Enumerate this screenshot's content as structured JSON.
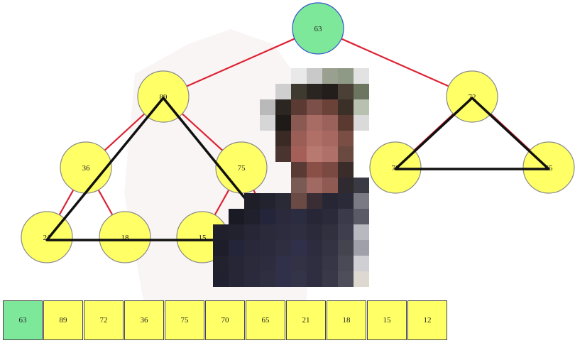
{
  "colors": {
    "root_fill": "#7ee89a",
    "node_fill": "#ffff66",
    "node_stroke": "#8a8a8a",
    "root_stroke": "#3355cc",
    "edge_red": "#dd2233",
    "triangle": "#111111",
    "array_root": "#7ee89a",
    "array_cell": "#ffff66"
  },
  "tree": {
    "nodes": [
      {
        "id": "n0",
        "label": "63",
        "root": true
      },
      {
        "id": "n1",
        "label": "89"
      },
      {
        "id": "n2",
        "label": "72"
      },
      {
        "id": "n3",
        "label": "36"
      },
      {
        "id": "n4",
        "label": "75"
      },
      {
        "id": "n5",
        "label": "70"
      },
      {
        "id": "n6",
        "label": "65"
      },
      {
        "id": "n7",
        "label": "21"
      },
      {
        "id": "n8",
        "label": "18"
      },
      {
        "id": "n9",
        "label": "15"
      },
      {
        "id": "n10",
        "label": "12"
      }
    ],
    "edges": [
      [
        "n0",
        "n1"
      ],
      [
        "n0",
        "n2"
      ],
      [
        "n1",
        "n3"
      ],
      [
        "n1",
        "n4"
      ],
      [
        "n2",
        "n5"
      ],
      [
        "n2",
        "n6"
      ],
      [
        "n3",
        "n7"
      ],
      [
        "n3",
        "n8"
      ],
      [
        "n4",
        "n9"
      ],
      [
        "n4",
        "n10"
      ]
    ]
  },
  "array": {
    "values": [
      "63",
      "89",
      "72",
      "36",
      "75",
      "70",
      "65",
      "21",
      "18",
      "15",
      "12"
    ]
  }
}
